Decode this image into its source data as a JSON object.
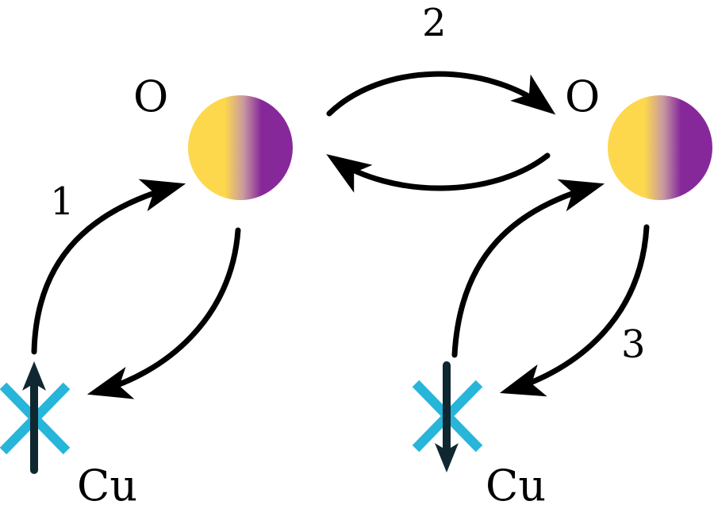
{
  "labels": {
    "oxygen_left": "O",
    "oxygen_right": "O",
    "copper_left": "Cu",
    "copper_right": "Cu",
    "step_1": "1",
    "step_2": "2",
    "step_3": "3"
  },
  "colors": {
    "oxygen_yellow": "#FDD84C",
    "oxygen_mid": "#C89AA0",
    "oxygen_purple": "#86289A",
    "copper_cross": "#27B5DA",
    "spin_arrow": "#0F2730",
    "curve": "#000000"
  },
  "spins": {
    "copper_left": "up",
    "copper_right": "down"
  }
}
